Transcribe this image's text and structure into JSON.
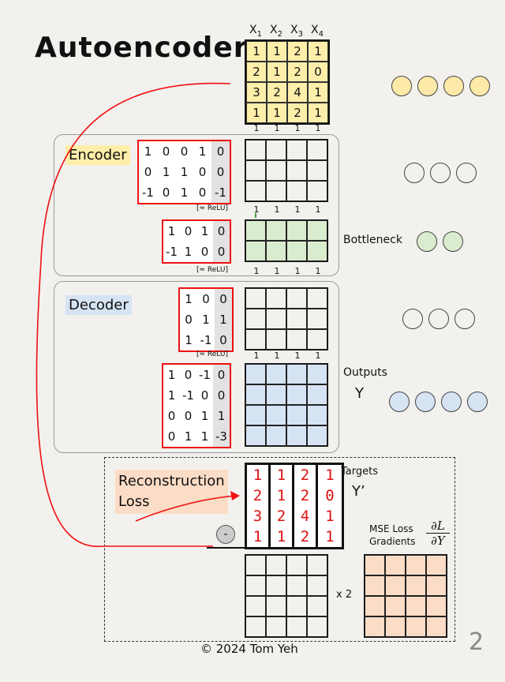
{
  "title": "Autoencoder",
  "input": {
    "headers": [
      [
        "X",
        "1"
      ],
      [
        "X",
        "2"
      ],
      [
        "X",
        "3"
      ],
      [
        "X",
        "4"
      ]
    ],
    "rows": [
      [
        "1",
        "1",
        "2",
        "1"
      ],
      [
        "2",
        "1",
        "2",
        "0"
      ],
      [
        "3",
        "2",
        "4",
        "1"
      ],
      [
        "1",
        "1",
        "2",
        "1"
      ]
    ],
    "bias_row": [
      "1",
      "1",
      "1",
      "1"
    ]
  },
  "encoder": {
    "label": "Encoder",
    "w1": [
      [
        "1",
        "0",
        "0",
        "1",
        "0"
      ],
      [
        "0",
        "1",
        "1",
        "0",
        "0"
      ],
      [
        "-1",
        "0",
        "1",
        "0",
        "-1"
      ]
    ],
    "relu1": "[≈ ReLU]",
    "ones1": [
      "1",
      "1",
      "1",
      "1"
    ],
    "w2": [
      [
        "1",
        "0",
        "1",
        "0"
      ],
      [
        "-1",
        "1",
        "0",
        "0"
      ]
    ],
    "relu2": "[≈ ReLU]",
    "ones2": [
      "1",
      "1",
      "1",
      "1"
    ],
    "bottleneck_label": "Bottleneck"
  },
  "decoder": {
    "label": "Decoder",
    "w3": [
      [
        "1",
        "0",
        "0"
      ],
      [
        "0",
        "1",
        "1"
      ],
      [
        "1",
        "-1",
        "0"
      ]
    ],
    "relu3": "[≈ ReLU]",
    "ones3": [
      "1",
      "1",
      "1",
      "1"
    ],
    "w4": [
      [
        "1",
        "0",
        "-1",
        "0"
      ],
      [
        "1",
        "-1",
        "0",
        "0"
      ],
      [
        "0",
        "0",
        "1",
        "1"
      ],
      [
        "0",
        "1",
        "1",
        "-3"
      ]
    ],
    "outputs_label": "Outputs",
    "outputs_symbol": "Y"
  },
  "loss": {
    "label_line1": "Reconstruction",
    "label_line2": "Loss",
    "targets_label": "Targets",
    "targets_symbol": "Y’",
    "targets": [
      [
        "1",
        "1",
        "2",
        "1"
      ],
      [
        "2",
        "1",
        "2",
        "0"
      ],
      [
        "3",
        "2",
        "4",
        "1"
      ],
      [
        "1",
        "1",
        "2",
        "1"
      ]
    ],
    "minus": "-",
    "mse_line1": "MSE Loss",
    "mse_line2": "Gradients",
    "grad_num": "∂L",
    "grad_den": "∂Y",
    "times": "x 2"
  },
  "copyright": "©  2024 Tom Yeh",
  "page_number": "2",
  "colors": {
    "yellow": "#fdeeaa",
    "green": "#d9ecce",
    "blue": "#d6e3f3",
    "peach": "#fbdcc6",
    "red": "#e11111"
  }
}
